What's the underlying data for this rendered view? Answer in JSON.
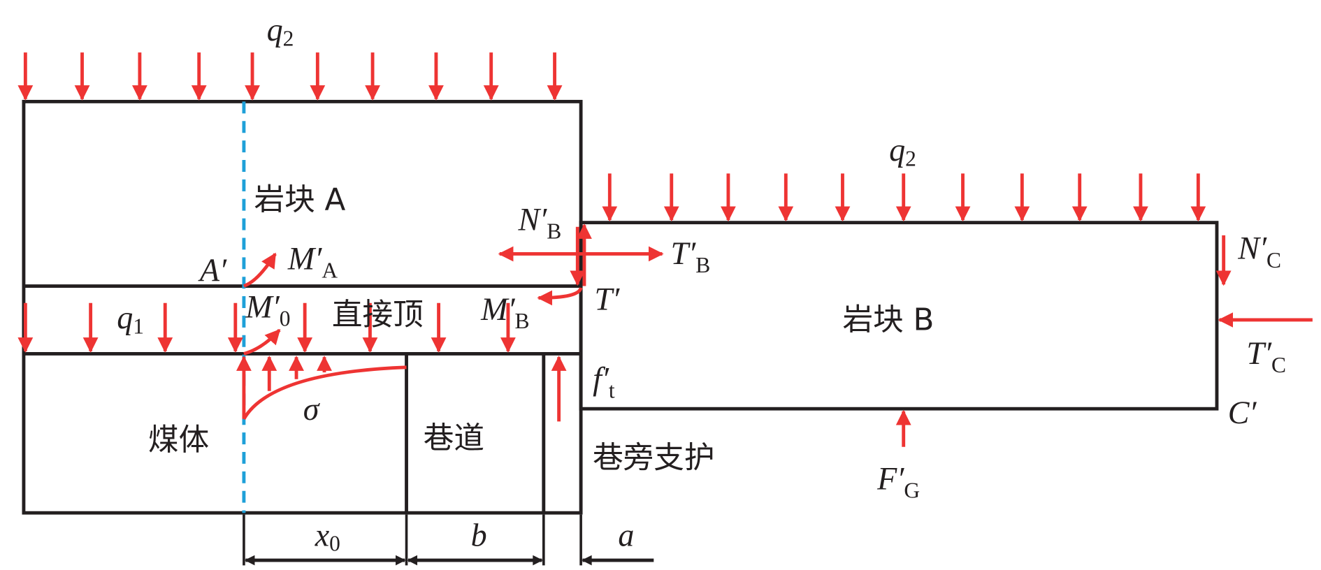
{
  "labels": {
    "block_a": "岩块 A",
    "block_b": "岩块 B",
    "immediate_roof": "直接顶",
    "coal": "煤体",
    "roadway": "巷道",
    "roadside_support": "巷旁支护",
    "q2_top": "q",
    "q2_top_sub": "2",
    "q2_b": "q",
    "q2_b_sub": "2",
    "q1": "q",
    "q1_sub": "1",
    "a_prime": "A′",
    "ma": "M′",
    "ma_sub": "A",
    "m0": "M′",
    "m0_sub": "0",
    "mb": "M′",
    "mb_sub": "B",
    "nb": "N′",
    "nb_sub": "B",
    "tb": "T′",
    "tb_sub": "B",
    "t_prime": "T′",
    "nc": "N′",
    "nc_sub": "C",
    "tc": "T′",
    "tc_sub": "C",
    "ft": "f′",
    "ft_sub": "t",
    "c_prime": "C′",
    "fg": "F′",
    "fg_sub": "G",
    "sigma": "σ",
    "x0": "x",
    "x0_sub": "0",
    "b": "b",
    "a": "a"
  },
  "colors": {
    "force": "#ee3433",
    "line": "#231f20",
    "axis": "#1ea0d8"
  }
}
